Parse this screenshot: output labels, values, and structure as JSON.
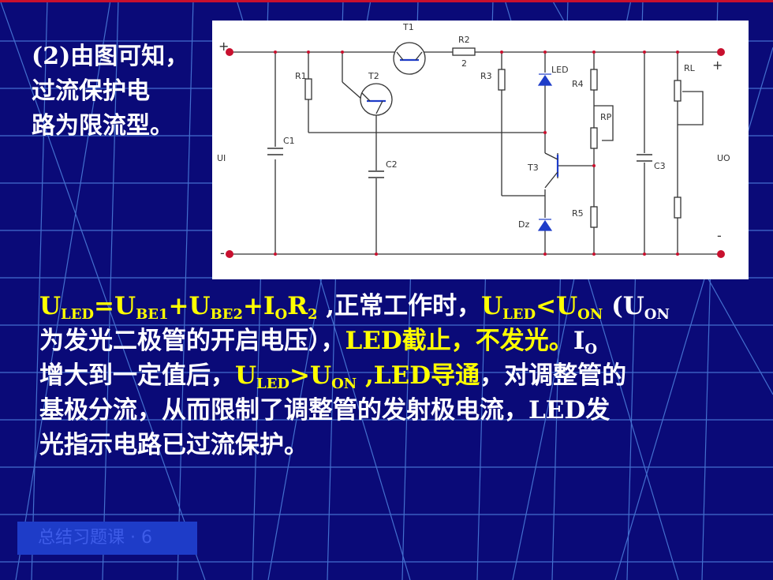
{
  "intro": {
    "line1_prefix": "(2)",
    "line1": "由图可知，",
    "line2": "过流保护电",
    "line3": "路为限流型。"
  },
  "circuit": {
    "labels": {
      "t1": "T1",
      "t2": "T2",
      "t3": "T3",
      "r1": "R1",
      "r2": "R2",
      "r2_value": "2",
      "r3": "R3",
      "r4": "R4",
      "r5": "R5",
      "rp": "RP",
      "rl": "RL",
      "led": "LED",
      "dz": "Dz",
      "c1": "C1",
      "c2": "C2",
      "c3": "C3",
      "ui": "UI",
      "uo": "UO",
      "plus": "+",
      "minus": "-"
    }
  },
  "body": {
    "eq_U": "U",
    "eq_LED": "LED",
    "eq_eqU": "=U",
    "eq_BE1": "BE1",
    "eq_plusU": "+U",
    "eq_BE2": "BE2",
    "eq_plusI": "+I",
    "eq_O": "O",
    "eq_R": "R",
    "eq_2": "2",
    "eq_comma": " ,",
    "normal": "正常工作时，",
    "u2": "U",
    "led2": "LED",
    "lt": "<U",
    "on1": "ON",
    "paren_open": " (U",
    "on2": "ON",
    "line2a": "为发光二极管的开启电压），",
    "line2b": "LED截止，不发光。",
    "line2c": "I",
    "line2c_sub": "O",
    "line3a": "增大到一定值后，",
    "u3": "U",
    "led3": "LED",
    "gt": ">U",
    "on3": "ON",
    "line3b": " ,LED导通",
    "line3c": "，对调整管的",
    "line4": "基极分流，从而限制了调整管的发射极电流，LED发",
    "line5": "光指示电路已过流保护。"
  },
  "footer": {
    "label": "总结习题课 · 6"
  },
  "colors": {
    "background": "#0a0a78",
    "highlight": "#ffff00",
    "text": "#ffffff",
    "grid": "#4a7ad8"
  }
}
